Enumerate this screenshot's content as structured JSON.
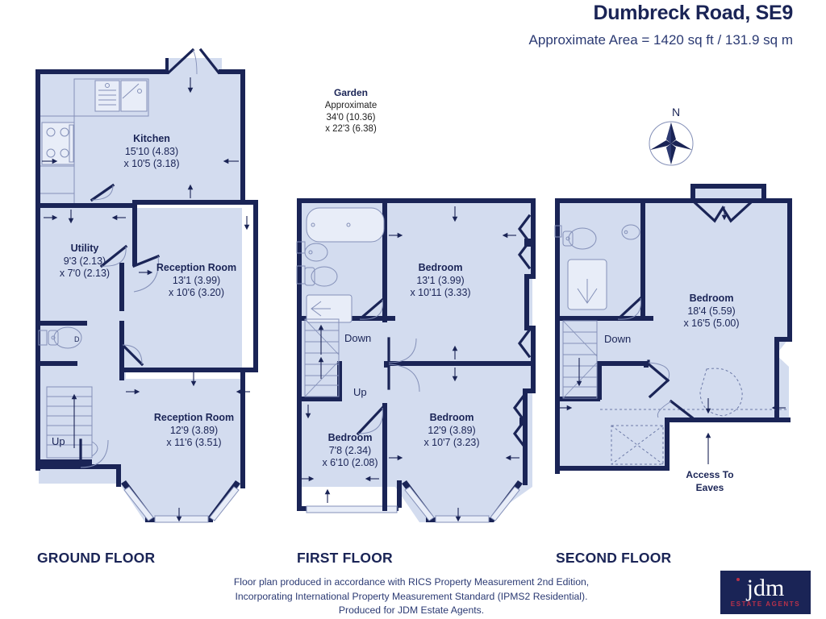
{
  "header": {
    "title": "Dumbreck Road, SE9",
    "subtitle": "Approximate Area = 1420 sq ft / 131.9 sq m"
  },
  "compass": {
    "north_label": "N"
  },
  "garden": {
    "name": "Garden",
    "approx_label": "Approximate",
    "dim_1": "34'0 (10.36)",
    "dim_2": "x 22'3 (6.38)"
  },
  "floors": [
    {
      "id": "ground",
      "label": "GROUND FLOOR",
      "rooms": [
        {
          "name": "Kitchen",
          "dim_1": "15'10 (4.83)",
          "dim_2": "x 10'5 (3.18)"
        },
        {
          "name": "Utility",
          "dim_1": "9'3 (2.13)",
          "dim_2": "x 7'0 (2.13)"
        },
        {
          "name": "Reception Room",
          "dim_1": "13'1 (3.99)",
          "dim_2": "x 10'6 (3.20)"
        },
        {
          "name": "Reception Room",
          "dim_1": "12'9 (3.89)",
          "dim_2": "x 11'6 (3.51)"
        }
      ],
      "stairs": [
        {
          "label": "Up"
        }
      ]
    },
    {
      "id": "first",
      "label": "FIRST FLOOR",
      "rooms": [
        {
          "name": "Bedroom",
          "dim_1": "13'1 (3.99)",
          "dim_2": "x 10'11 (3.33)"
        },
        {
          "name": "Bedroom",
          "dim_1": "12'9 (3.89)",
          "dim_2": "x 10'7 (3.23)"
        },
        {
          "name": "Bedroom",
          "dim_1": "7'8 (2.34)",
          "dim_2": "x 6'10 (2.08)"
        }
      ],
      "stairs": [
        {
          "label": "Down"
        },
        {
          "label": "Up"
        }
      ]
    },
    {
      "id": "second",
      "label": "SECOND FLOOR",
      "rooms": [
        {
          "name": "Bedroom",
          "dim_1": "18'4 (5.59)",
          "dim_2": "x 16'5 (5.00)"
        }
      ],
      "stairs": [
        {
          "label": "Down"
        }
      ],
      "annotations": [
        {
          "line_1": "Access To",
          "line_2": "Eaves"
        }
      ]
    }
  ],
  "footer": {
    "line_1": "Floor plan produced in accordance with RICS Property Measurement 2nd Edition,",
    "line_2": "Incorporating International Property Measurement Standard (IPMS2 Residential).",
    "line_3": "Produced for JDM Estate Agents."
  },
  "logo": {
    "name": "jdm",
    "tagline": "ESTATE AGENTS"
  },
  "colors": {
    "wall": "#1a2456",
    "floor_fill": "#d3dcef",
    "text": "#1a2456",
    "accent_red": "#b8314a",
    "fixture_line": "#8490b8"
  }
}
